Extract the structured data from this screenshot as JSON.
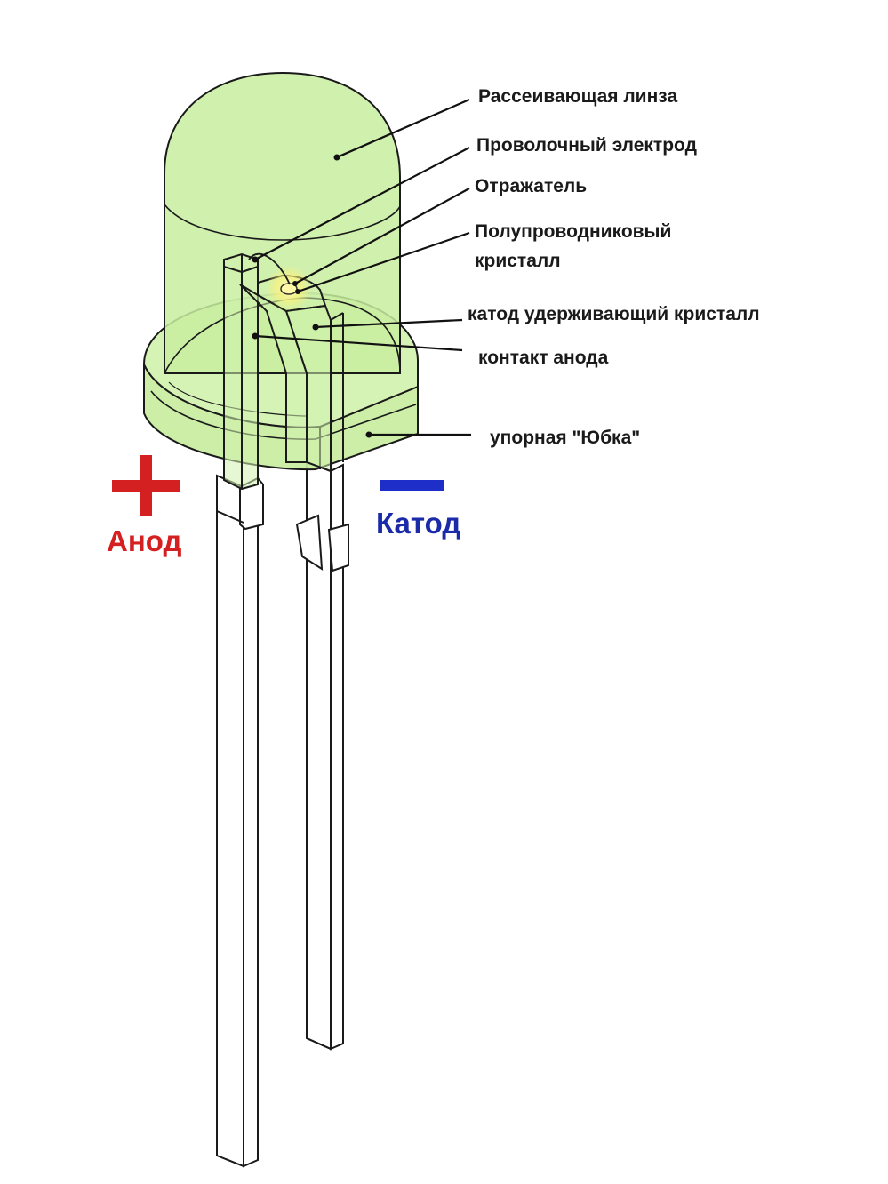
{
  "colors": {
    "lens_fill": "#c8eda0",
    "lens_fill_dark": "#b6e38a",
    "outline": "#1a1a1a",
    "leader": "#111111",
    "anode": "#d42020",
    "cathode": "#1a2aa8",
    "minus_bar": "#1e2ec8",
    "chip_glow": "#fff27a"
  },
  "labels": {
    "lens": "Рассеивающая линза",
    "wire": "Проволочный  электрод",
    "reflector": "Отражатель",
    "chip": "Полупроводниковый\nкристалл",
    "cathode_holder": "катод удерживающий кристалл",
    "anode_contact": "контакт анода",
    "flange": "упорная \"Юбка\""
  },
  "poles": {
    "anode_symbol": "plus-icon",
    "anode_label": "Анод",
    "cathode_symbol": "minus-icon",
    "cathode_label": "Катод"
  }
}
